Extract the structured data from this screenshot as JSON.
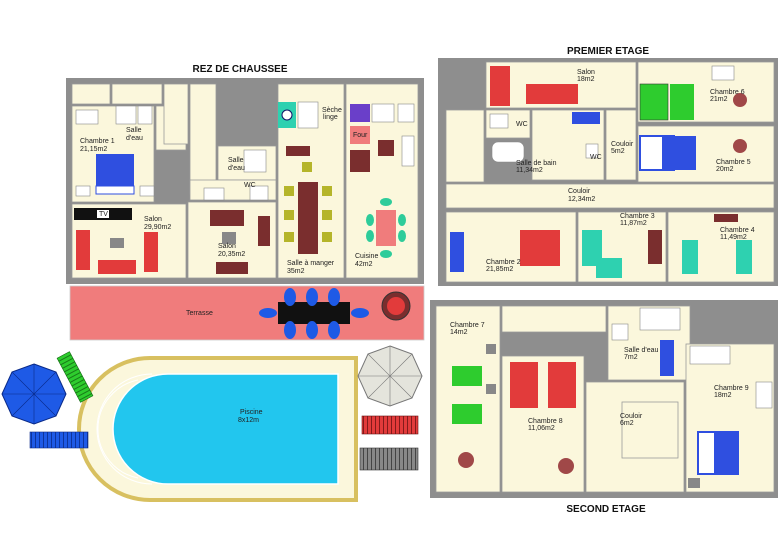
{
  "levels": {
    "ground": "REZ DE CHAUSSEE",
    "first": "PREMIER ETAGE",
    "second": "SECOND ETAGE"
  },
  "ground_rooms": {
    "chambre1": [
      "Chambre 1",
      "21,15m2"
    ],
    "salle_eau": [
      "Salle",
      "d'eau"
    ],
    "salle_eau2": [
      "Salle",
      "d'eau"
    ],
    "wc": "WC",
    "salon1": [
      "Salon",
      "29,90m2"
    ],
    "salon2": [
      "Salon",
      "20,35m2"
    ],
    "salle_manger": [
      "Salle à manger",
      "35m2"
    ],
    "cuisine": [
      "Cuisine",
      "42m2"
    ],
    "seche": [
      "Sèche",
      "linge"
    ],
    "four": "Four",
    "tv": "TV"
  },
  "outdoor": {
    "terrasse": "Terrasse",
    "piscine": [
      "Piscine",
      "8x12m"
    ]
  },
  "first_rooms": {
    "salon": [
      "Salon",
      "18m2"
    ],
    "chambre6": [
      "Chambre 6",
      "21m2"
    ],
    "wc": "WC",
    "salle_bain": [
      "Salle de bain",
      "11,34m2"
    ],
    "couloir_small": [
      "Couloir",
      "5m2"
    ],
    "chambre5": [
      "Chambre 5",
      "20m2"
    ],
    "couloir": [
      "Couloir",
      "12,34m2"
    ],
    "chambre2": [
      "Chambre 2",
      "21,85m2"
    ],
    "chambre3": [
      "Chambre 3",
      "11,87m2"
    ],
    "chambre4": [
      "Chambre 4",
      "11,49m2"
    ]
  },
  "second_rooms": {
    "chambre7": [
      "Chambre 7",
      "14m2"
    ],
    "chambre8": [
      "Chambre 8",
      "11,06m2"
    ],
    "salle_eau": [
      "Salle d'eau",
      "7m2"
    ],
    "couloir": [
      "Couloir",
      "6m2"
    ],
    "chambre9": [
      "Chambre 9",
      "18m2"
    ]
  },
  "colors": {
    "wall": "#8e8e8e",
    "floor": "#fbf7dc",
    "terrace": "#f07c7c",
    "pool": "#22c6ee",
    "pool_deck": "#fbf7dc",
    "bed_blue": "#2f4fe0",
    "bed_red": "#e23b3b",
    "bed_green": "#2ecc2e",
    "bed_teal": "#2ed1b0",
    "wood": "#7a2e2e",
    "umbrella_blue": "#1e5ae6"
  }
}
